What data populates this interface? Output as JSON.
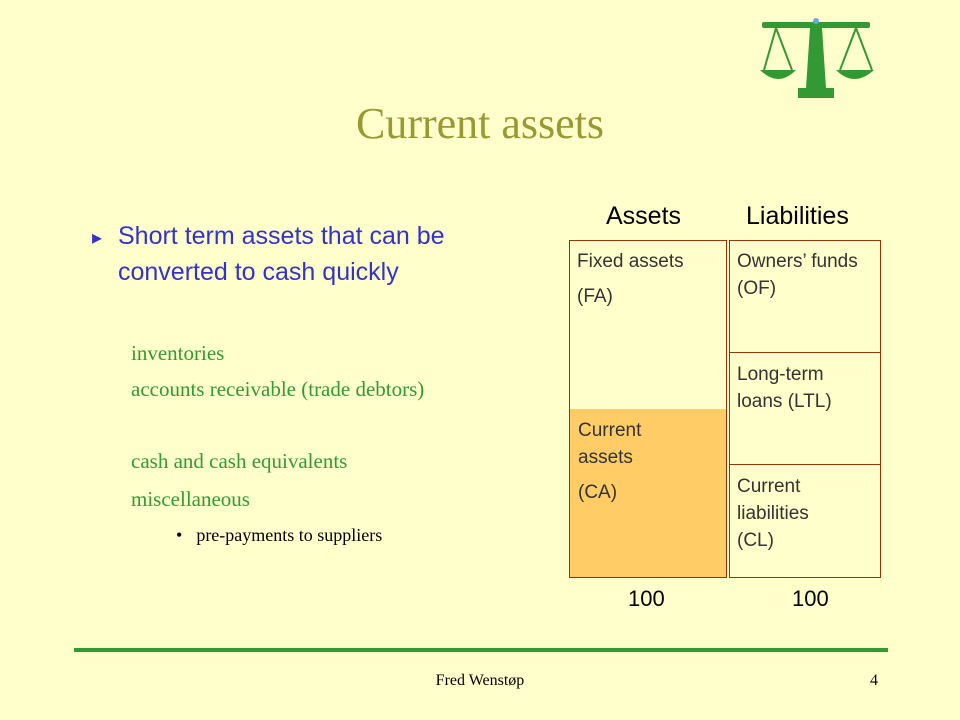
{
  "slide": {
    "title": "Current assets",
    "bullet": "Short term assets that can be converted to cash quickly",
    "sub_items": [
      "inventories",
      "accounts receivable (trade debtors)",
      "cash and cash equivalents",
      "miscellaneous"
    ],
    "sub_sub_item": "pre-payments to suppliers"
  },
  "diagram": {
    "assets_header": "Assets",
    "liabilities_header": "Liabilities",
    "fixed_assets": {
      "line1": "Fixed assets",
      "line2": "(FA)"
    },
    "current_assets": {
      "line1": "Current assets",
      "line2": "(CA)"
    },
    "owners_funds": "Owners’ funds (OF)",
    "long_term_loans": "Long-term loans (LTL)",
    "current_liabilities": "Current liabilities (CL)",
    "assets_total": "100",
    "liabilities_total": "100",
    "colors": {
      "current_assets_fill": "#FFCC66",
      "border": "#993300"
    }
  },
  "footer": {
    "author": "Fred Wenstøp",
    "page_number": "4"
  },
  "logo": {
    "icon": "scales-of-justice-icon",
    "color": "#339933"
  }
}
